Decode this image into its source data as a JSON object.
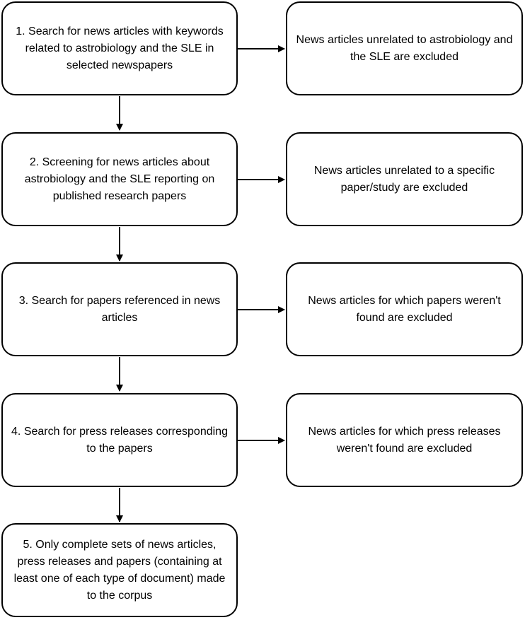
{
  "steps": [
    {
      "text": "1. Search for news articles with keywords related to astrobiology and the SLE in selected newspapers",
      "exclusion": "News articles unrelated to astrobiology and the SLE are excluded"
    },
    {
      "text": "2. Screening for news articles about astrobiology and the SLE reporting on published research papers",
      "exclusion": "News articles unrelated to a specific paper/study are excluded"
    },
    {
      "text": "3. Search for papers referenced in news articles",
      "exclusion": "News articles for which papers weren't found are excluded"
    },
    {
      "text": "4. Search for press releases corresponding to the papers",
      "exclusion": "News articles for which press releases weren't found are excluded"
    },
    {
      "text": "5. Only complete sets of news articles, press releases and papers (containing at least one of each type of document) made to the corpus"
    }
  ]
}
